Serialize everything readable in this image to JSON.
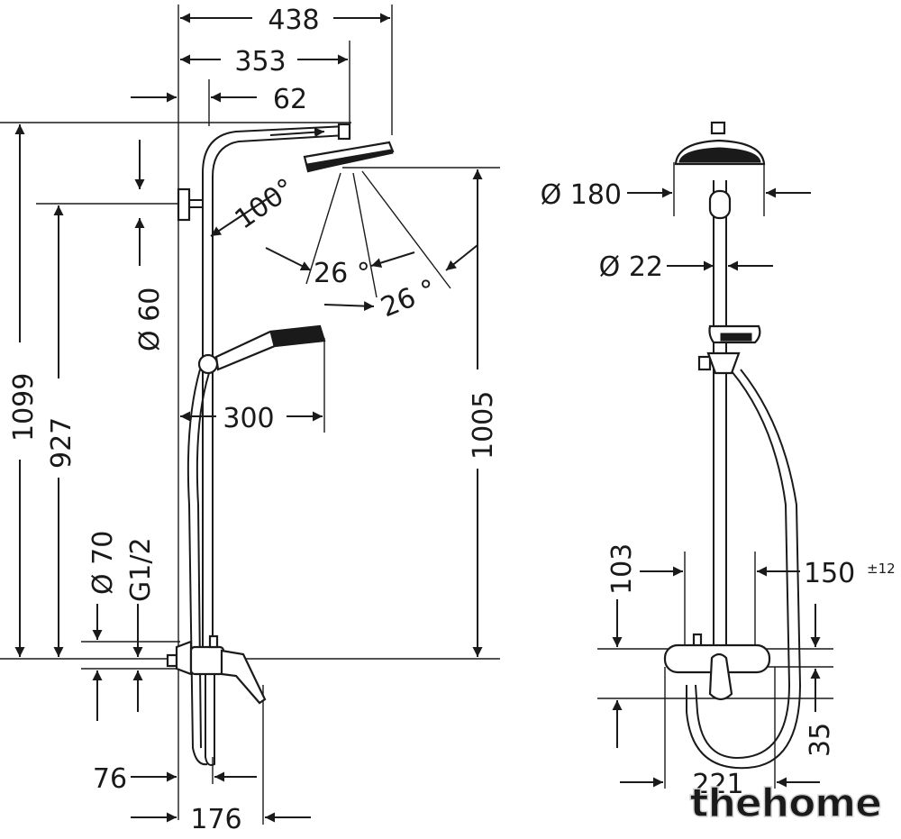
{
  "drawing": {
    "dimensions": {
      "d438": "438",
      "d353": "353",
      "d62": "62",
      "d100deg": "100°",
      "d26a": "26 °",
      "d26b": "26 °",
      "d60": "Ø 60",
      "d1099": "1099",
      "d927": "927",
      "d300": "300",
      "d1005": "1005",
      "d70": "Ø 70",
      "g12": "G1/2",
      "d76": "76",
      "d176": "176",
      "d180": "Ø 180",
      "d22": "Ø 22",
      "d103": "103",
      "d150": "150",
      "tol": "±12",
      "d35": "35",
      "d221": "221"
    }
  },
  "watermark": {
    "text": "thehome"
  }
}
